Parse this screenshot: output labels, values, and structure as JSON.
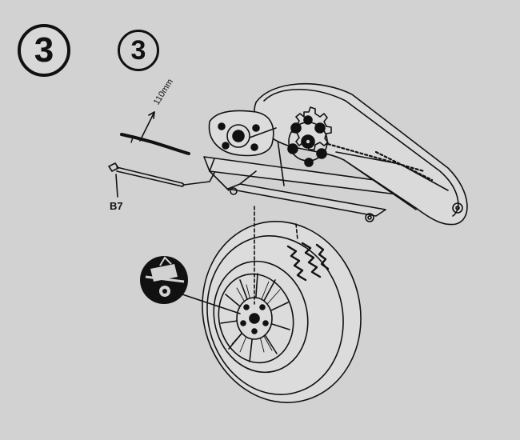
{
  "step_number_large": "3",
  "step_number_small": "3",
  "labels": {
    "cable_length": "110mm",
    "part_code": "B7"
  },
  "colors": {
    "background": "#d2d2d2",
    "ink": "#111111"
  },
  "icons": {
    "grease_tool": "grease-gun-icon"
  }
}
